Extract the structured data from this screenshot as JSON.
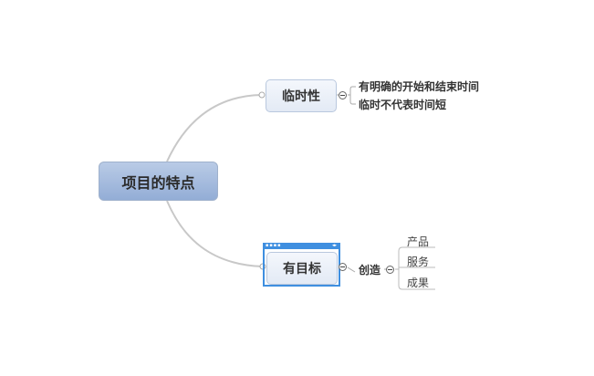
{
  "diagram": {
    "root": {
      "label": "项目的特点"
    },
    "branches": [
      {
        "label": "临时性",
        "children": [
          "有明确的开始和结束时间",
          "临时不代表时间短"
        ]
      },
      {
        "label": "有目标",
        "children": [
          {
            "label": "创造",
            "children": [
              "产品",
              "服务",
              "成果"
            ]
          }
        ]
      }
    ]
  },
  "colors": {
    "connector": "#c8c8c8",
    "selection": "#3f8fe0"
  }
}
